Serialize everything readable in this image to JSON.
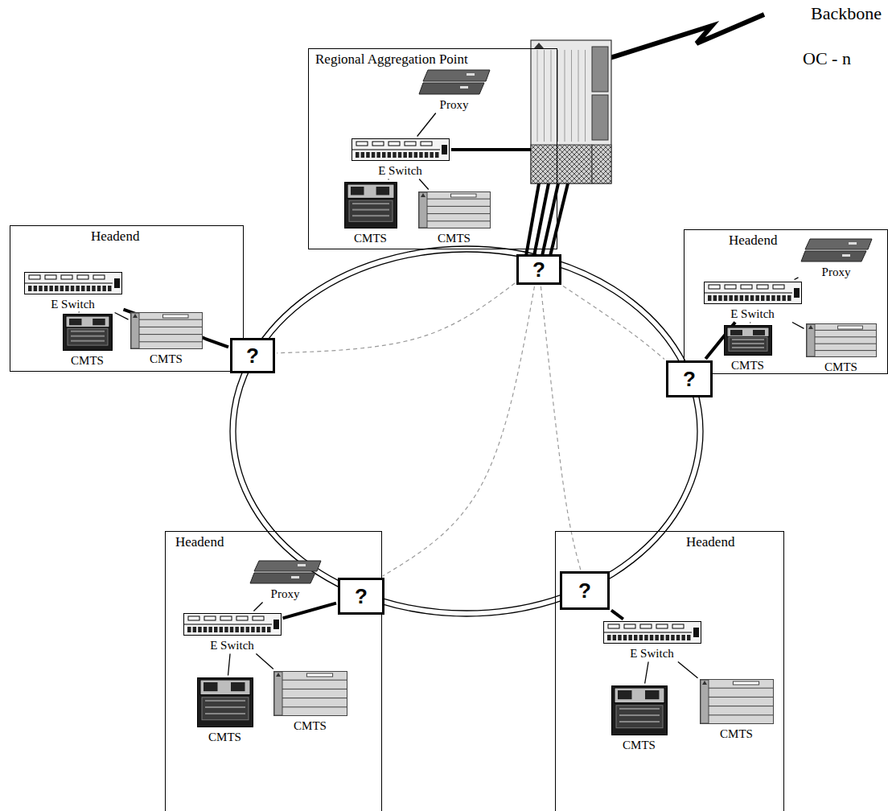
{
  "diagram": {
    "nodes": [
      {
        "text": [
          "Regional Aggregation Point"
        ]
      },
      {
        "text": [
          "Proxy"
        ],
        "in": 0
      },
      {
        "text": [
          "E Switch"
        ],
        "in": 0
      },
      {
        "text": [
          "CMTS"
        ],
        "in": 0
      },
      {
        "text": [
          "CMTS"
        ],
        "in": 0
      },
      {
        "text": [
          "?"
        ]
      },
      {
        "text": [
          "Headend"
        ]
      },
      {
        "text": [
          "E Switch"
        ],
        "in": 6
      },
      {
        "text": [
          "CMTS"
        ],
        "in": 6
      },
      {
        "text": [
          "CMTS"
        ],
        "in": 6
      },
      {
        "text": [
          "?"
        ]
      },
      {
        "text": [
          "Headend"
        ]
      },
      {
        "text": [
          "Proxy"
        ],
        "in": 11
      },
      {
        "text": [
          "E Switch"
        ],
        "in": 11
      },
      {
        "text": [
          "CMTS"
        ],
        "in": 11
      },
      {
        "text": [
          "CMTS"
        ],
        "in": 11
      },
      {
        "text": [
          "?"
        ]
      },
      {
        "text": [
          "Headend"
        ]
      },
      {
        "text": [
          "Proxy"
        ],
        "in": 17
      },
      {
        "text": [
          "E Switch"
        ],
        "in": 17
      },
      {
        "text": [
          "CMTS"
        ],
        "in": 17
      },
      {
        "text": [
          "CMTS"
        ],
        "in": 17
      },
      {
        "text": [
          "?"
        ]
      },
      {
        "text": [
          "Headend"
        ]
      },
      {
        "text": [
          "E Switch"
        ],
        "in": 23
      },
      {
        "text": [
          "CMTS"
        ],
        "in": 23
      },
      {
        "text": [
          "CMTS"
        ],
        "in": 23
      },
      {
        "text": [
          "?"
        ]
      }
    ],
    "edges": [
      {
        "from": 2,
        "to": 1,
        "arrow": "none"
      },
      {
        "from": 2,
        "to": 3,
        "arrow": "none"
      },
      {
        "from": 2,
        "to": 4,
        "arrow": "none"
      },
      {
        "from": 7,
        "to": 8,
        "arrow": "none"
      },
      {
        "from": 7,
        "to": 9,
        "arrow": "none"
      },
      {
        "from": 7,
        "to": 10,
        "arrow": "none"
      },
      {
        "from": 13,
        "to": 12,
        "arrow": "none"
      },
      {
        "from": 13,
        "to": 14,
        "arrow": "none"
      },
      {
        "from": 13,
        "to": 15,
        "arrow": "none"
      },
      {
        "from": 13,
        "to": 16,
        "arrow": "none"
      },
      {
        "from": 19,
        "to": 18,
        "arrow": "none"
      },
      {
        "from": 19,
        "to": 20,
        "arrow": "none"
      },
      {
        "from": 19,
        "to": 21,
        "arrow": "none"
      },
      {
        "from": 19,
        "to": 22,
        "arrow": "none"
      },
      {
        "from": 24,
        "to": 25,
        "arrow": "none"
      },
      {
        "from": 24,
        "to": 26,
        "arrow": "none"
      },
      {
        "from": 24,
        "to": 27,
        "arrow": "none"
      },
      {
        "from": 5,
        "to": 10,
        "arrow": "none"
      },
      {
        "from": 5,
        "to": 16,
        "arrow": "none"
      },
      {
        "from": 5,
        "to": 22,
        "arrow": "none"
      },
      {
        "from": 5,
        "to": 27,
        "arrow": "none"
      }
    ],
    "labels": [
      "Backbone",
      "OC - n"
    ]
  }
}
